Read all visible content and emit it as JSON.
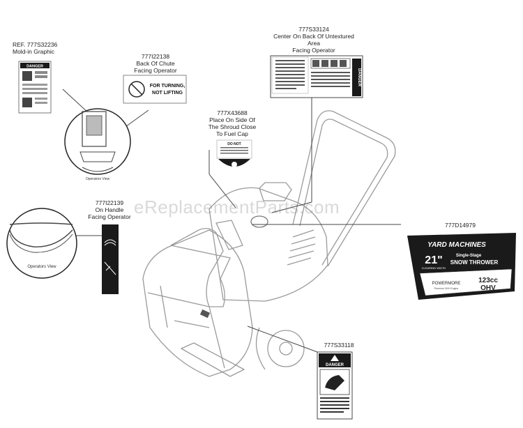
{
  "watermark": "eReplacementParts.com",
  "parts": {
    "p1": {
      "ref": "REF. 777S32236",
      "note": "Mold-in Graphic",
      "label_text": "DANGER"
    },
    "p2": {
      "part": "777I22138",
      "line1": "Back Of Chute",
      "line2": "Facing Operator",
      "label_line1": "FOR TURNING,",
      "label_line2": "NOT LIFTING"
    },
    "p3": {
      "part": "777S33124",
      "line1": "Center On Back Of Untextured",
      "line2": "Area",
      "line3": "Facing Operator",
      "label_text": "DANGER"
    },
    "p4": {
      "part": "777X43688",
      "line1": "Place On Side Of",
      "line2": "The Shroud Close",
      "line3": "To Fuel Cap",
      "label_text": "DO NOT"
    },
    "p5": {
      "part": "777I22139",
      "line1": "On Handle",
      "line2": "Facing Operator"
    },
    "p6": {
      "part": "777D14979",
      "brand": "YARD MACHINES",
      "size": "21\"",
      "size_sub": "CLEARING WIDTH",
      "type_line1": "Single-Stage",
      "type_line2": "SNOW THROWER",
      "engine_brand": "POWERMORE",
      "engine_sub": "Premium OHV Engine",
      "cc": "123cc",
      "ohv": "OHV"
    },
    "p7": {
      "part": "777S33118",
      "label_text": "DANGER"
    }
  },
  "views": {
    "top_view": "Operators View",
    "left_view": "Operators View"
  },
  "colors": {
    "line": "#444444",
    "label_dark": "#1a1a1a",
    "machine": "#9a9a9a"
  }
}
